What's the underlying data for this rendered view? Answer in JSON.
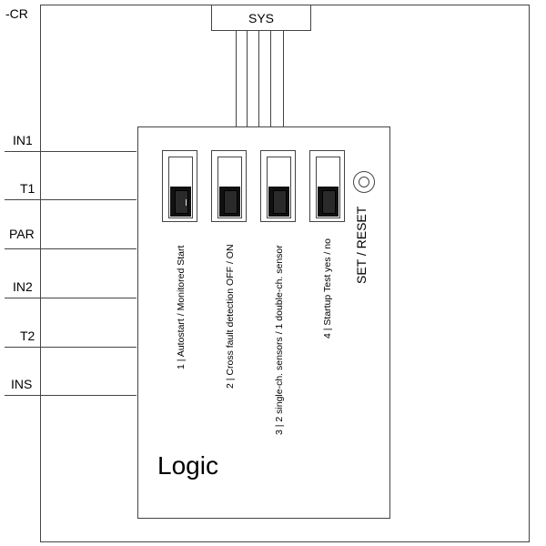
{
  "module": {
    "enclosure_label": "-CR",
    "sys_label": "SYS",
    "logic_label": "Logic"
  },
  "pins": [
    {
      "label": "IN1"
    },
    {
      "label": "T1"
    },
    {
      "label": "PAR"
    },
    {
      "label": "IN2"
    },
    {
      "label": "T2"
    },
    {
      "label": "INS"
    }
  ],
  "dip_switches": [
    {
      "caption": "1 | Autostart / Monitored Start",
      "marked": true
    },
    {
      "caption": "2 | Cross fault detection OFF / ON",
      "marked": false
    },
    {
      "caption": "3 | 2 single-ch. sensors / 1 double-ch. sensor",
      "marked": false
    },
    {
      "caption": "4 | Startup Test yes / no",
      "marked": false
    }
  ],
  "reset": {
    "label": "SET / RESET"
  }
}
